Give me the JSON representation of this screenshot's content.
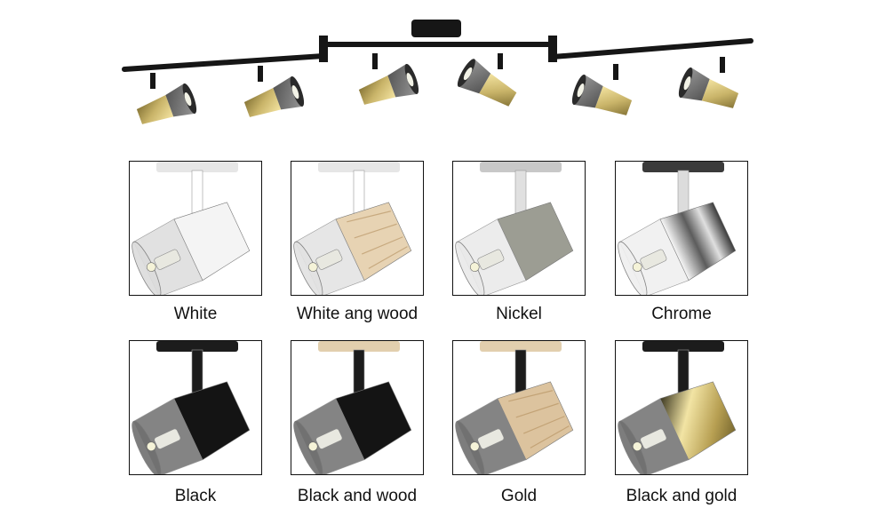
{
  "variants": [
    {
      "label": "White",
      "mount": "#e6e6e6",
      "stem": "#ffffff",
      "head": "#f4f4f4",
      "shade": "#dcdcdc",
      "collar": "#bfbfbf"
    },
    {
      "label": "White ang wood",
      "mount": "#e6e6e6",
      "stem": "#ffffff",
      "head": "#e7d3b3",
      "shade": "#e2e2e2",
      "collar": "#c9a979",
      "wood": true
    },
    {
      "label": "Nickel",
      "mount": "#c8c8c8",
      "stem": "#e0e0e0",
      "head": "#9c9d93",
      "shade": "#e9e9e9",
      "collar": "#7f7f77"
    },
    {
      "label": "Chrome",
      "mount": "#3a3a3a",
      "stem": "#dcdcdc",
      "head": "#8d8d8d",
      "shade": "#efefef",
      "collar": "#444444",
      "chrome": true
    },
    {
      "label": "Black",
      "mount": "#1c1c1c",
      "stem": "#1c1c1c",
      "head": "#141414",
      "shade": "#6f6f6f",
      "collar": "#000000"
    },
    {
      "label": "Black and wood",
      "mount": "#e2cfae",
      "stem": "#1c1c1c",
      "head": "#141414",
      "shade": "#6f6f6f",
      "collar": "#000000"
    },
    {
      "label": "Gold",
      "mount": "#e2cfae",
      "stem": "#1c1c1c",
      "head": "#dcc39e",
      "shade": "#6f6f6f",
      "collar": "#b08a5a",
      "wood": true
    },
    {
      "label": "Black and gold",
      "mount": "#1c1c1c",
      "stem": "#1c1c1c",
      "head": "#cdb56a",
      "shade": "#6f6f6f",
      "collar": "#1c1c1c",
      "gold": true
    }
  ],
  "hero_colors": {
    "bar": "#161616",
    "brass": "#c9b469",
    "shade": "#5a5a5a"
  }
}
